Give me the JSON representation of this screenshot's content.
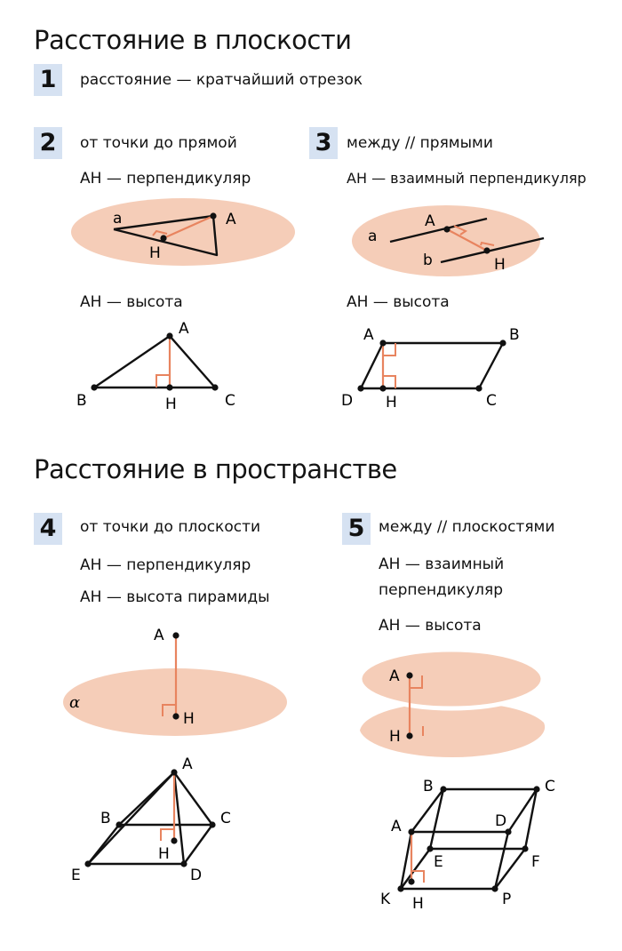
{
  "sections": [
    {
      "title": "Расстояние в плоскости"
    },
    {
      "title": "Расстояние в пространстве"
    }
  ],
  "items": [
    {
      "num": "1",
      "text": "расстояние — кратчайший отрезок"
    },
    {
      "num": "2",
      "text": "от точки до прямой",
      "line1": "АН — перпендикуляр",
      "line2": "АН — высота"
    },
    {
      "num": "3",
      "text": "между // прямыми",
      "line1": "АН — взаимный перпендикуляр",
      "line2": "АН — высота"
    },
    {
      "num": "4",
      "text": "от точки до плоскости",
      "line1": "АН — перпендикуляр",
      "line2": "АН — высота пирамиды"
    },
    {
      "num": "5",
      "text": "между // плоскостями",
      "line1": "АН — взаимный перпендикуляр",
      "line2": "АН — высота"
    }
  ],
  "labels": {
    "f2a": {
      "a": "a",
      "A": "A",
      "H": "H"
    },
    "f2b": {
      "A": "A",
      "B": "B",
      "C": "C",
      "H": "H"
    },
    "f3a": {
      "a": "a",
      "b": "b",
      "A": "A",
      "H": "H"
    },
    "f3b": {
      "A": "A",
      "B": "B",
      "C": "C",
      "D": "D",
      "H": "H"
    },
    "f4a": {
      "A": "A",
      "H": "H",
      "alpha": "α"
    },
    "f4b": {
      "A": "A",
      "B": "B",
      "C": "C",
      "D": "D",
      "E": "E",
      "H": "H"
    },
    "f5a": {
      "A": "A",
      "H": "H"
    },
    "f5b": {
      "A": "A",
      "B": "B",
      "C": "C",
      "D": "D",
      "E": "E",
      "F": "F",
      "K": "K",
      "P": "P",
      "H": "H"
    }
  },
  "colors": {
    "plane": "#f5cdb8",
    "accent": "#e8845f",
    "badge": "#d6e2f2",
    "line": "#111111"
  }
}
